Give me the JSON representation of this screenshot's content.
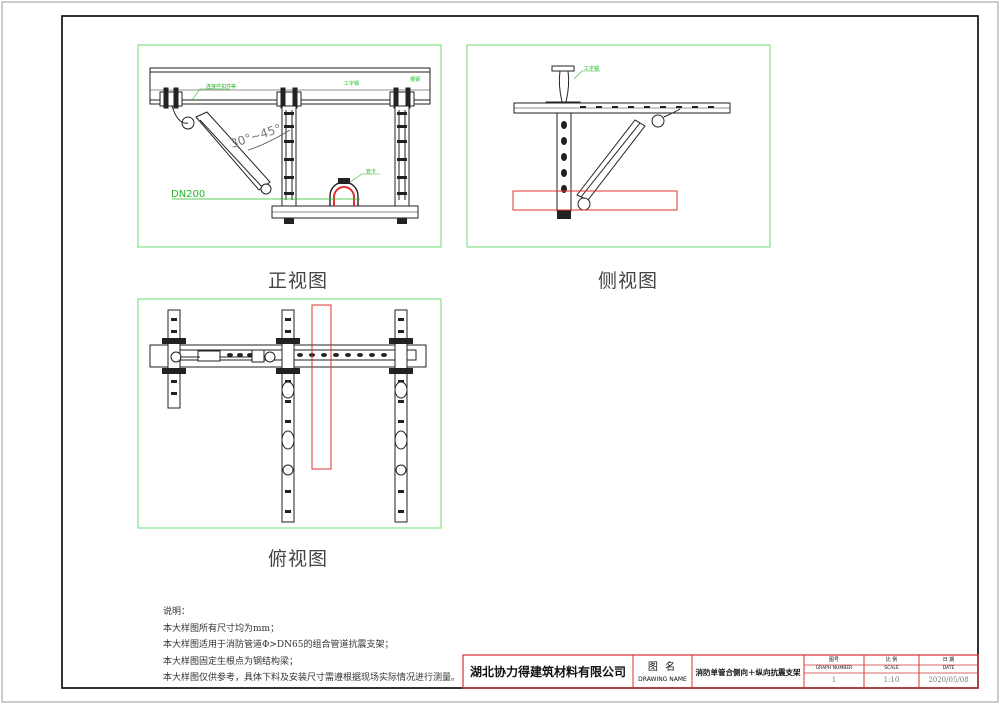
{
  "views": {
    "front": {
      "title": "正视图",
      "labels": {
        "hanger": "连接件扣件等",
        "beam": "工字钢",
        "strut": "槽钢",
        "angle": "30°~45°",
        "pipe_size": "DN200",
        "clamp": "管卡"
      }
    },
    "side": {
      "title": "侧视图",
      "labels": {
        "beam": "工字钢"
      }
    },
    "top": {
      "title": "俯视图"
    }
  },
  "notes": [
    "说明：",
    "本大样图所有尺寸均为mm；",
    "本大样图适用于消防管道Φ>DN65的组合管道抗震支架；",
    "本大样图固定生根点为钢结构梁；",
    "本大样图仅供参考，具体下料及安装尺寸需遵根据现场实际情况进行测量。"
  ],
  "title_block": {
    "company": "湖北协力得建筑材料有限公司",
    "drawing_name_cn": "图 名",
    "drawing_name_en": "DRAWING NAME",
    "drawing_title": "消防单管合侧向＋纵向抗震支架",
    "graph_number_cn": "图号",
    "graph_number_en": "GRAPH NUMBER",
    "graph_number": "1",
    "scale_cn": "比 例",
    "scale_en": "SCALE",
    "scale": "1:10",
    "date_cn": "日 期",
    "date_en": "DATE",
    "date": "2020/05/08"
  },
  "colors": {
    "frame": "#000000",
    "viewport": "#4cd64c",
    "title_block": "#d43030",
    "pipe_highlight": "#e03030",
    "dimension": "#22bb22"
  }
}
